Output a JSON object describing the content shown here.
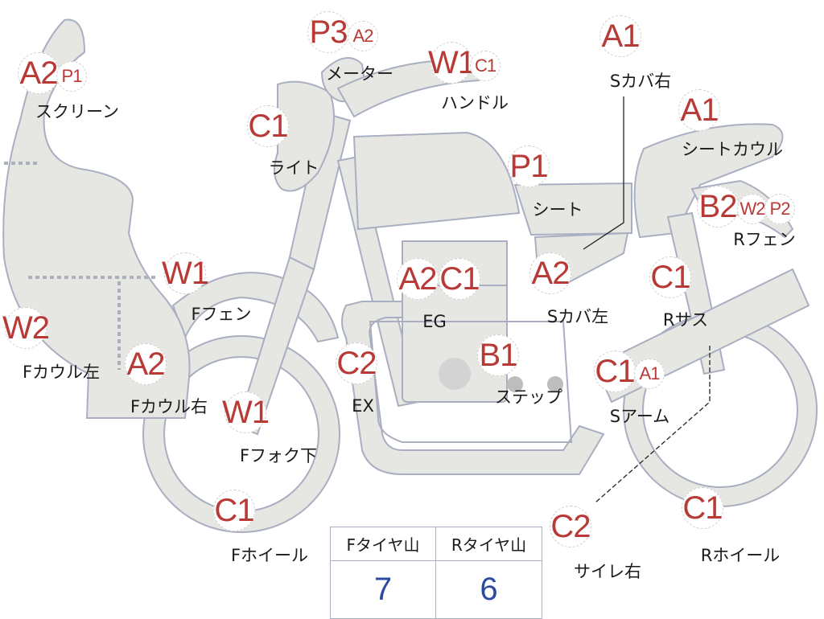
{
  "parts": [
    {
      "label": "スクリーン",
      "codes": [
        "A2",
        "P1"
      ]
    },
    {
      "label": "メーター",
      "codes": [
        "P3",
        "A2"
      ]
    },
    {
      "label": "ハンドル",
      "codes": [
        "W1",
        "C1"
      ]
    },
    {
      "label": "ライト",
      "codes": [
        "C1"
      ]
    },
    {
      "label": "Sカバ右",
      "codes": [
        "A1"
      ]
    },
    {
      "label": "シートカウル",
      "codes": [
        "A1"
      ]
    },
    {
      "label": "シート",
      "codes": [
        "P1"
      ]
    },
    {
      "label": "Rフェン",
      "codes": [
        "B2",
        "W2",
        "P2"
      ]
    },
    {
      "label": "Sカバ左",
      "codes": [
        "A2"
      ]
    },
    {
      "label": "EG",
      "codes": [
        "A2",
        "C1"
      ]
    },
    {
      "label": "Rサス",
      "codes": [
        "C1"
      ]
    },
    {
      "label": "Fフェン",
      "codes": [
        "W1"
      ]
    },
    {
      "label": "Fカウル左",
      "codes": [
        "W2"
      ]
    },
    {
      "label": "Fカウル右",
      "codes": [
        "A2"
      ]
    },
    {
      "label": "EX",
      "codes": [
        "C2"
      ]
    },
    {
      "label": "ステップ",
      "codes": [
        "B1"
      ]
    },
    {
      "label": "Sアーム",
      "codes": [
        "C1",
        "A1"
      ]
    },
    {
      "label": "Fフォク下",
      "codes": [
        "W1"
      ]
    },
    {
      "label": "Fホイール",
      "codes": [
        "C1"
      ]
    },
    {
      "label": "サイレ右",
      "codes": [
        "C2"
      ]
    },
    {
      "label": "Rホイール",
      "codes": [
        "C1"
      ]
    }
  ],
  "tire_table": {
    "headers": [
      "Fタイヤ山",
      "Rタイヤ山"
    ],
    "values": [
      "7",
      "6"
    ]
  },
  "colors": {
    "part_fill": "#e6e7e3",
    "outline": "#a9afc0",
    "code_text": "#b83a36",
    "value_text": "#2b4aa0"
  }
}
